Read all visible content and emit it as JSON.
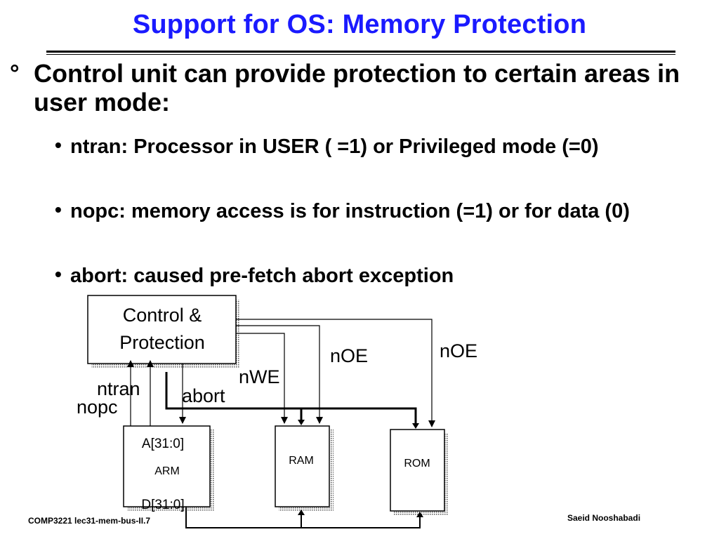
{
  "slide": {
    "title": "Support for OS: Memory Protection",
    "bullet_main": {
      "marker": "°",
      "text": "Control unit can provide protection to certain areas in user mode:"
    },
    "sub_bullets": [
      {
        "marker": "•",
        "text": "ntran: Processor in USER ( =1) or Privileged mode (=0)"
      },
      {
        "marker": "•",
        "text": "nopc: memory access is for instruction (=1) or for data (0)"
      },
      {
        "marker": "•",
        "text": "abort: caused pre-fetch abort exception"
      }
    ]
  },
  "diagram": {
    "control_box": {
      "line1": "Control &",
      "line2": "Protection"
    },
    "arm_box": {
      "top_label": "A[31:0]",
      "name": "ARM",
      "bottom_label": "D[31:0]"
    },
    "ram_box": {
      "name": "RAM"
    },
    "rom_box": {
      "name": "ROM"
    },
    "signals": {
      "ntran": "ntran",
      "nopc": "nopc",
      "abort": "abort",
      "nwe": "nWE",
      "noe_ram": "nOE",
      "noe_rom": "nOE"
    }
  },
  "footer": {
    "left": "COMP3221  lec31-mem-bus-II.7",
    "right": "Saeid Nooshabadi"
  }
}
